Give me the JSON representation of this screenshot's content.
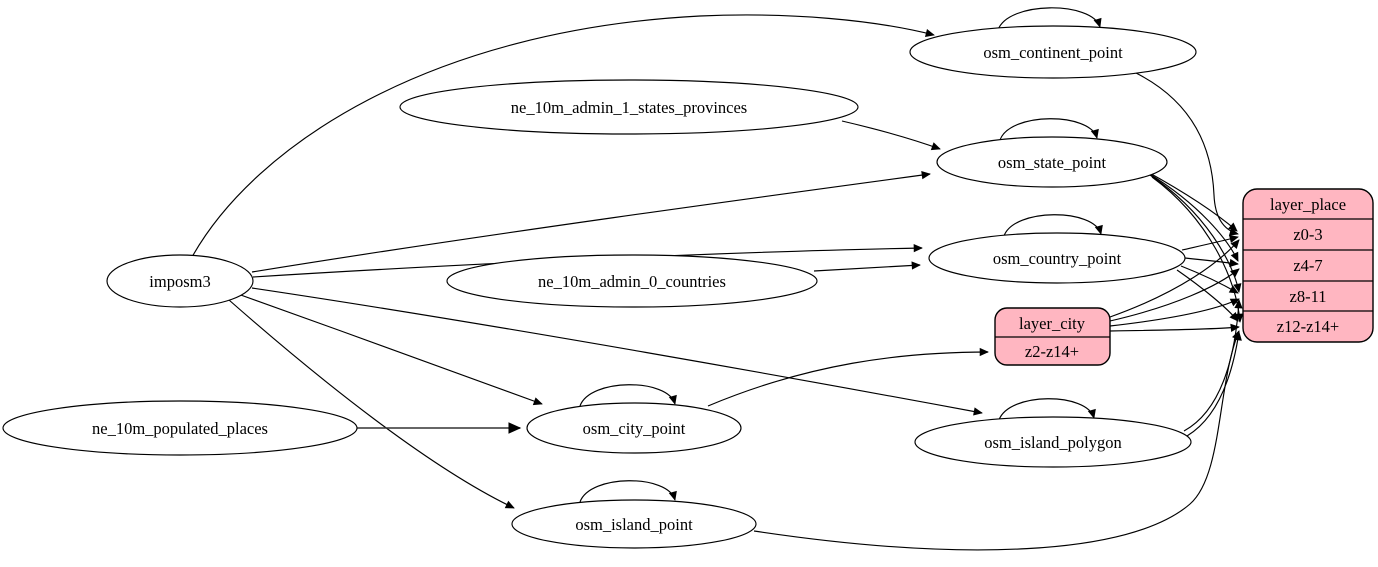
{
  "diagram": {
    "type": "graphviz-etl-flow-diagram",
    "background": "#ffffff",
    "node_fill": "#ffffff",
    "record_fill": "#ffb6c1",
    "stroke": "#000000",
    "nodes": {
      "imposm3": "imposm3",
      "ne_10m_admin_1_states_provinces": "ne_10m_admin_1_states_provinces",
      "ne_10m_admin_0_countries": "ne_10m_admin_0_countries",
      "ne_10m_populated_places": "ne_10m_populated_places",
      "osm_continent_point": "osm_continent_point",
      "osm_state_point": "osm_state_point",
      "osm_country_point": "osm_country_point",
      "osm_city_point": "osm_city_point",
      "osm_island_polygon": "osm_island_polygon",
      "osm_island_point": "osm_island_point"
    },
    "records": {
      "layer_place": {
        "title": "layer_place",
        "rows": [
          "z0-3",
          "z4-7",
          "z8-11",
          "z12-z14+"
        ]
      },
      "layer_city": {
        "title": "layer_city",
        "rows": [
          "z2-z14+"
        ]
      }
    },
    "edges": [
      {
        "from": "imposm3",
        "to": "osm_continent_point"
      },
      {
        "from": "imposm3",
        "to": "osm_state_point"
      },
      {
        "from": "imposm3",
        "to": "osm_country_point"
      },
      {
        "from": "imposm3",
        "to": "osm_city_point"
      },
      {
        "from": "imposm3",
        "to": "osm_island_polygon"
      },
      {
        "from": "imposm3",
        "to": "osm_island_point"
      },
      {
        "from": "ne_10m_admin_1_states_provinces",
        "to": "osm_state_point"
      },
      {
        "from": "ne_10m_admin_0_countries",
        "to": "osm_country_point"
      },
      {
        "from": "ne_10m_populated_places",
        "to": "osm_city_point"
      },
      {
        "from": "osm_continent_point",
        "to": "osm_continent_point"
      },
      {
        "from": "osm_state_point",
        "to": "osm_state_point"
      },
      {
        "from": "osm_country_point",
        "to": "osm_country_point"
      },
      {
        "from": "osm_city_point",
        "to": "osm_city_point"
      },
      {
        "from": "osm_island_polygon",
        "to": "osm_island_polygon"
      },
      {
        "from": "osm_island_point",
        "to": "osm_island_point"
      },
      {
        "from": "osm_continent_point",
        "to": "layer_place",
        "row": "z0-3"
      },
      {
        "from": "osm_state_point",
        "to": "layer_place",
        "row": "z0-3"
      },
      {
        "from": "osm_state_point",
        "to": "layer_place",
        "row": "z4-7"
      },
      {
        "from": "osm_state_point",
        "to": "layer_place",
        "row": "z8-11"
      },
      {
        "from": "osm_state_point",
        "to": "layer_place",
        "row": "z12-z14+"
      },
      {
        "from": "osm_country_point",
        "to": "layer_place",
        "row": "z0-3"
      },
      {
        "from": "osm_country_point",
        "to": "layer_place",
        "row": "z4-7"
      },
      {
        "from": "osm_country_point",
        "to": "layer_place",
        "row": "z8-11"
      },
      {
        "from": "osm_country_point",
        "to": "layer_place",
        "row": "z12-z14+"
      },
      {
        "from": "layer_city",
        "to": "layer_place",
        "row": "z0-3"
      },
      {
        "from": "layer_city",
        "to": "layer_place",
        "row": "z4-7"
      },
      {
        "from": "layer_city",
        "to": "layer_place",
        "row": "z8-11"
      },
      {
        "from": "layer_city",
        "to": "layer_place",
        "row": "z12-z14+"
      },
      {
        "from": "osm_island_polygon",
        "to": "layer_place",
        "row": "z8-11"
      },
      {
        "from": "osm_island_polygon",
        "to": "layer_place",
        "row": "z12-z14+"
      },
      {
        "from": "osm_island_point",
        "to": "layer_place",
        "row": "z12-z14+"
      },
      {
        "from": "osm_city_point",
        "to": "layer_city",
        "row": "z2-z14+"
      }
    ]
  }
}
